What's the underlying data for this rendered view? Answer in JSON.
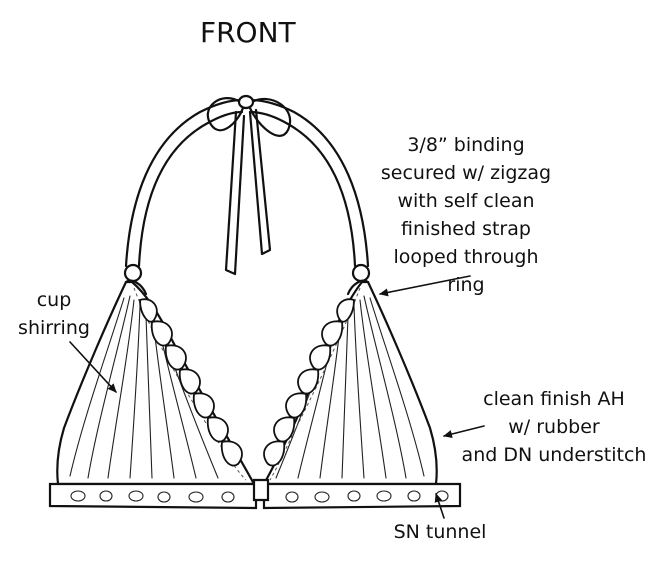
{
  "title": "FRONT",
  "callouts": {
    "binding": [
      "3/8” binding",
      "secured w/ zigzag",
      "with self clean",
      "finished strap",
      "looped through",
      "ring"
    ],
    "cup_shirring": [
      "cup",
      "shirring"
    ],
    "armhole": [
      "clean finish AH",
      "w/ rubber",
      "and DN understitch"
    ],
    "tunnel": [
      "SN tunnel"
    ]
  },
  "colors": {
    "ink": "#111111",
    "background": "#ffffff"
  }
}
